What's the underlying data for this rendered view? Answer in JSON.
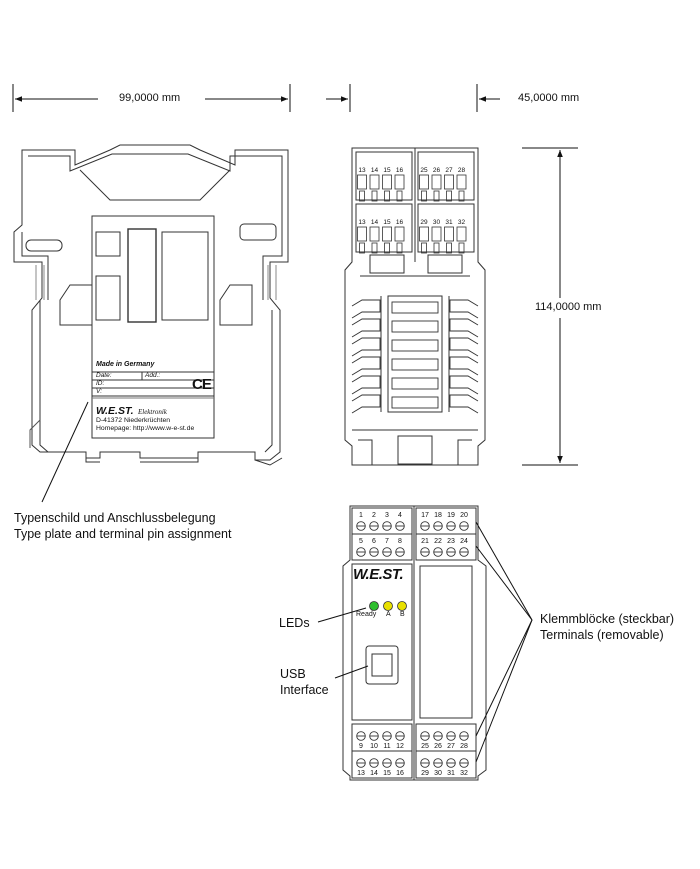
{
  "dimensions": {
    "side_width": "99,0000 mm",
    "front_width": "45,0000 mm",
    "height": "114,0000 mm"
  },
  "type_plate": {
    "made_in": "Made in Germany",
    "date_label": "Date:",
    "add_label": "Add.:",
    "id_label": "ID:",
    "v_label": "V:",
    "ce_mark": "CE",
    "brand": "W.E.ST.",
    "brand_suffix": "Elektronik",
    "address": "D-41372 Niederkrüchten",
    "homepage": "Homepage: http://www.w-e-st.de"
  },
  "callouts": {
    "type_plate_de": "Typenschild und Anschlussbelegung",
    "type_plate_en": "Type plate and terminal pin assignment",
    "leds": "LEDs",
    "usb_line1": "USB",
    "usb_line2": "Interface",
    "terminals_de": "Klemmblöcke (steckbar)",
    "terminals_en": "Terminals (removable)"
  },
  "front_panel": {
    "brand": "W.E.ST.",
    "led_ready": "Ready",
    "led_a": "A",
    "led_b": "B",
    "led_colors": [
      "#2fbf2f",
      "#e8e000",
      "#e8e000"
    ],
    "top_left_row1": [
      "1",
      "2",
      "3",
      "4"
    ],
    "top_right_row1": [
      "17",
      "18",
      "19",
      "20"
    ],
    "top_left_row2": [
      "5",
      "6",
      "7",
      "8"
    ],
    "top_right_row2": [
      "21",
      "22",
      "23",
      "24"
    ],
    "bottom_left_row1": [
      "9",
      "10",
      "11",
      "12"
    ],
    "bottom_right_row1": [
      "25",
      "26",
      "27",
      "28"
    ],
    "bottom_left_row2": [
      "13",
      "14",
      "15",
      "16"
    ],
    "bottom_right_row2": [
      "29",
      "30",
      "31",
      "32"
    ]
  },
  "end_view": {
    "top_left_row1": [
      "13",
      "14",
      "15",
      "16"
    ],
    "top_right_row1": [
      "25",
      "26",
      "27",
      "28"
    ],
    "top_left_row2": [
      "13",
      "14",
      "15",
      "16"
    ],
    "top_right_row2": [
      "29",
      "30",
      "31",
      "32"
    ]
  }
}
